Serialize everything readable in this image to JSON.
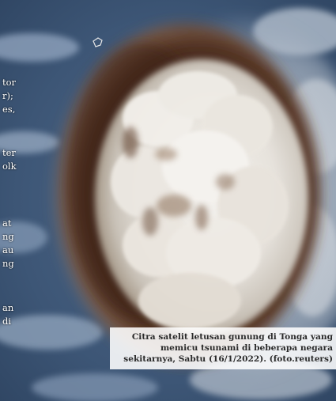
{
  "photo": {
    "subject": "satellite-image-volcanic-eruption",
    "colors": {
      "ocean": "#3f5878",
      "cloud": "#e9e7e2",
      "ash_ring": "#4a2a18"
    }
  },
  "background_text_fragments": [
    "tor",
    "r);",
    "es,",
    "ter",
    "olk",
    "at",
    "ng",
    "au",
    "ng",
    "an",
    "di"
  ],
  "caption": {
    "lines": [
      "Citra satelit letusan gunung di Tonga yang",
      "memicu tsunami di beberapa negara",
      "sekitarnya, Sabtu (16/1/2022). (foto.reuters)"
    ]
  }
}
